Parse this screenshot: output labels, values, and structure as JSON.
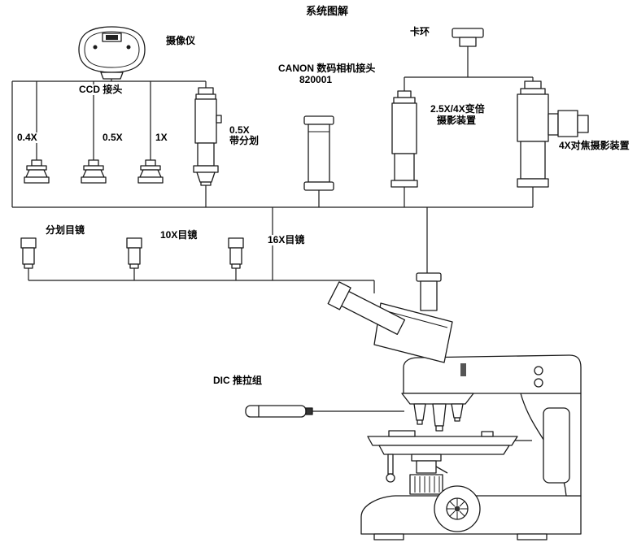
{
  "title": "系统图解",
  "labels": {
    "camera": "摄像仪",
    "ccd_connector": "CCD 接头",
    "adapter_04x": "0.4X",
    "adapter_05x": "0.5X",
    "adapter_1x": "1X",
    "adapter_05x_reticle_line1": "0.5X",
    "adapter_05x_reticle_line2": "带分划",
    "canon_adapter_line1": "CANON 数码相机接头",
    "canon_adapter_line2": "820001",
    "clamp_ring": "卡环",
    "vario_photo_line1": "2.5X/4X变倍",
    "vario_photo_line2": "摄影装置",
    "focus_photo_4x": "4X对焦摄影装置",
    "reticle_eyepiece": "分划目镜",
    "eyepiece_10x": "10X目镜",
    "eyepiece_16x": "16X目镜",
    "dic_slider": "DIC 推拉组"
  },
  "colors": {
    "line": "#1a1a1a",
    "background": "#ffffff"
  }
}
